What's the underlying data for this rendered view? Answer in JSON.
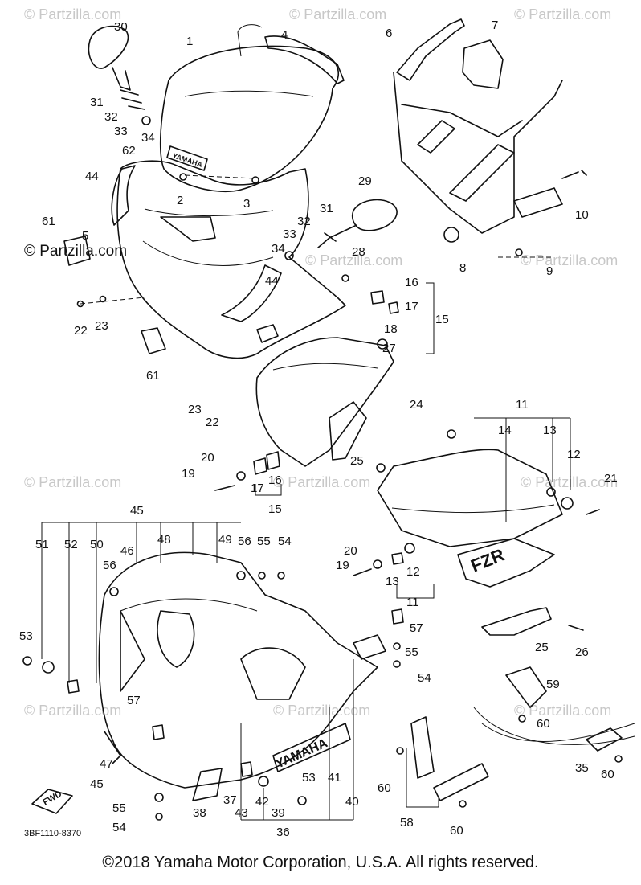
{
  "diagram": {
    "watermark": "© Partzilla.com",
    "diagram_code": "3BF1110-8370",
    "decals": {
      "yamaha_small": "YAMAHA",
      "yamaha_large": "YAMAHA",
      "fzr": "FZR",
      "fwd": "FWD"
    },
    "copyright": "©2018 Yamaha Motor Corporation, U.S.A. All rights reserved.",
    "callouts": [
      "30",
      "1",
      "4",
      "6",
      "7",
      "31",
      "32",
      "33",
      "34",
      "62",
      "44",
      "2",
      "3",
      "29",
      "10",
      "61",
      "5",
      "31",
      "32",
      "33",
      "34",
      "28",
      "8",
      "9",
      "44",
      "16",
      "17",
      "22",
      "23",
      "18",
      "15",
      "27",
      "61",
      "23",
      "22",
      "24",
      "11",
      "14",
      "13",
      "12",
      "21",
      "20",
      "19",
      "17",
      "16",
      "15",
      "25",
      "45",
      "48",
      "49",
      "56",
      "55",
      "54",
      "51",
      "52",
      "50",
      "46",
      "56",
      "20",
      "19",
      "13",
      "12",
      "11",
      "57",
      "55",
      "54",
      "25",
      "26",
      "53",
      "57",
      "59",
      "60",
      "47",
      "45",
      "35",
      "60",
      "55",
      "54",
      "38",
      "37",
      "43",
      "42",
      "39",
      "36",
      "53",
      "41",
      "40",
      "60",
      "58",
      "60"
    ]
  }
}
